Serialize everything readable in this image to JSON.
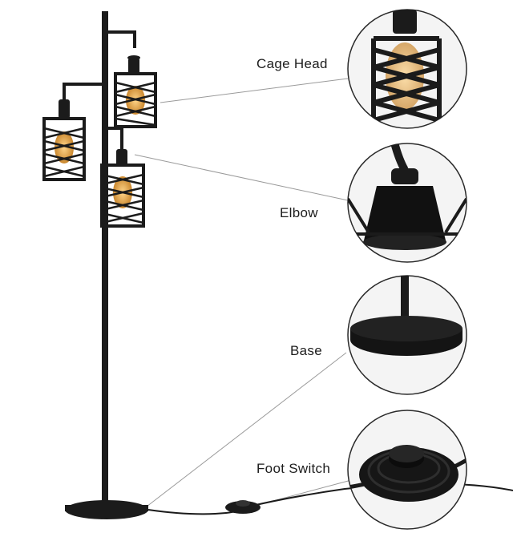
{
  "labels": {
    "cage_head": "Cage Head",
    "elbow": "Elbow",
    "base": "Base",
    "foot_switch": "Foot Switch"
  },
  "colors": {
    "metal": "#1b1b1b",
    "bulb": "#d79b3a",
    "leader": "#9a9a9a",
    "background": "#ffffff"
  }
}
